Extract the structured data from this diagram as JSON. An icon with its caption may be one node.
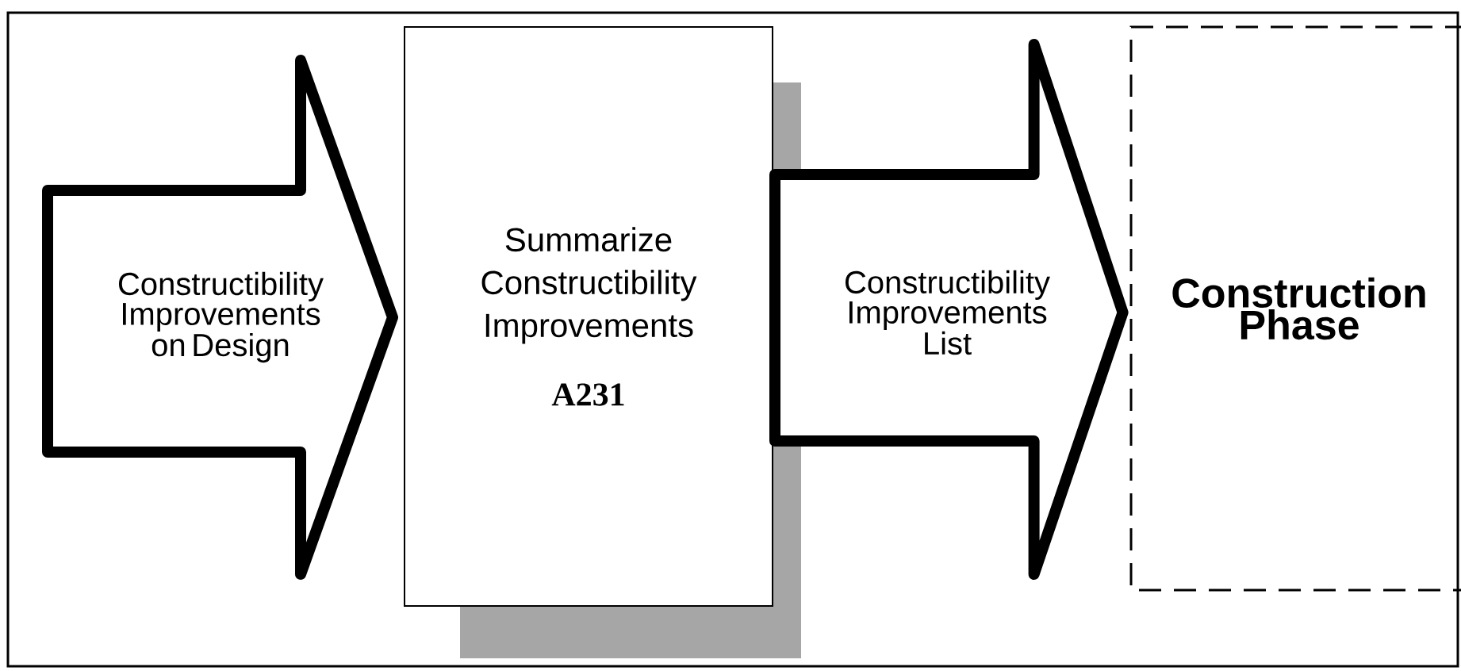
{
  "diagram": {
    "nodes": [
      {
        "text": [
          "Summarize Constructibility Improvements",
          "A231"
        ]
      },
      {
        "text": [
          "Construction Phase"
        ]
      }
    ],
    "edges": [
      {
        "from": null,
        "to": 0,
        "arrow": "to",
        "label": "Constructibility Improvements on Design"
      },
      {
        "from": 0,
        "to": 1,
        "arrow": "to",
        "label": "Constructibility Improvements List"
      }
    ]
  }
}
